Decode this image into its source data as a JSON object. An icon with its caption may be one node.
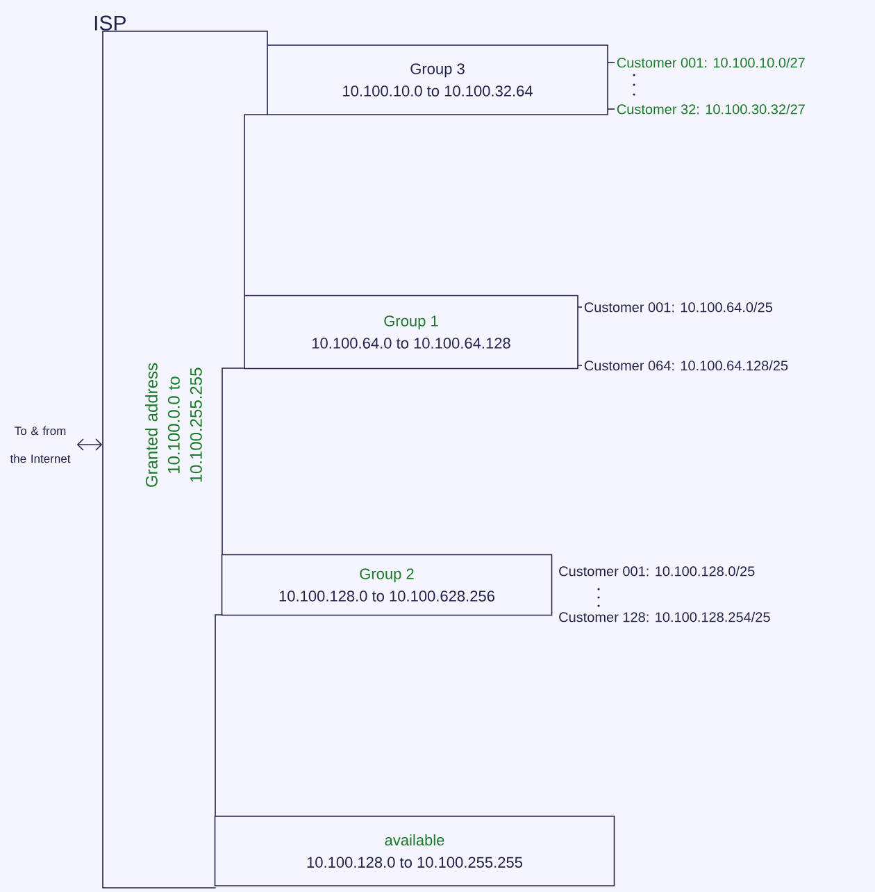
{
  "diagram": {
    "nodes": [
      {
        "text": [
          "ISP"
        ]
      },
      {
        "text": [
          "Group 3",
          "10.100.10.0 to 10.100.32.64"
        ]
      },
      {
        "text": [
          "Group 1",
          "10.100.64.0 to 10.100.64.128"
        ]
      },
      {
        "text": [
          "Group 2",
          "10.100.128.0 to 10.100.628.256"
        ],
        "beside": [
          "Customer 001: 10.100.128.0/25",
          "Customer 128: 10.100.128.254/25"
        ]
      },
      {
        "text": [
          "available",
          "10.100.128.0 to 10.100.255.255"
        ]
      },
      {
        "text": [
          "Customer 001: 10.100.10.0/27"
        ]
      },
      {
        "text": [
          "Customer 32: 10.100.30.32/27"
        ]
      },
      {
        "text": [
          "Customer 001: 10.100.64.0/25"
        ]
      },
      {
        "text": [
          "Customer 064: 10.100.64.128/25"
        ]
      },
      {
        "text": [
          "To & from the Internet"
        ]
      }
    ],
    "edges": [
      {
        "from": 5,
        "to": 1,
        "arrow": "none"
      },
      {
        "from": 6,
        "to": 1,
        "arrow": "none"
      },
      {
        "from": 7,
        "to": 2,
        "arrow": "none"
      },
      {
        "from": 8,
        "to": 2,
        "arrow": "none"
      },
      {
        "from": 9,
        "to": 0,
        "arrow": "both"
      }
    ],
    "labels": [
      "Granted address 10.100.0.0 to 10.100.255.255"
    ]
  }
}
